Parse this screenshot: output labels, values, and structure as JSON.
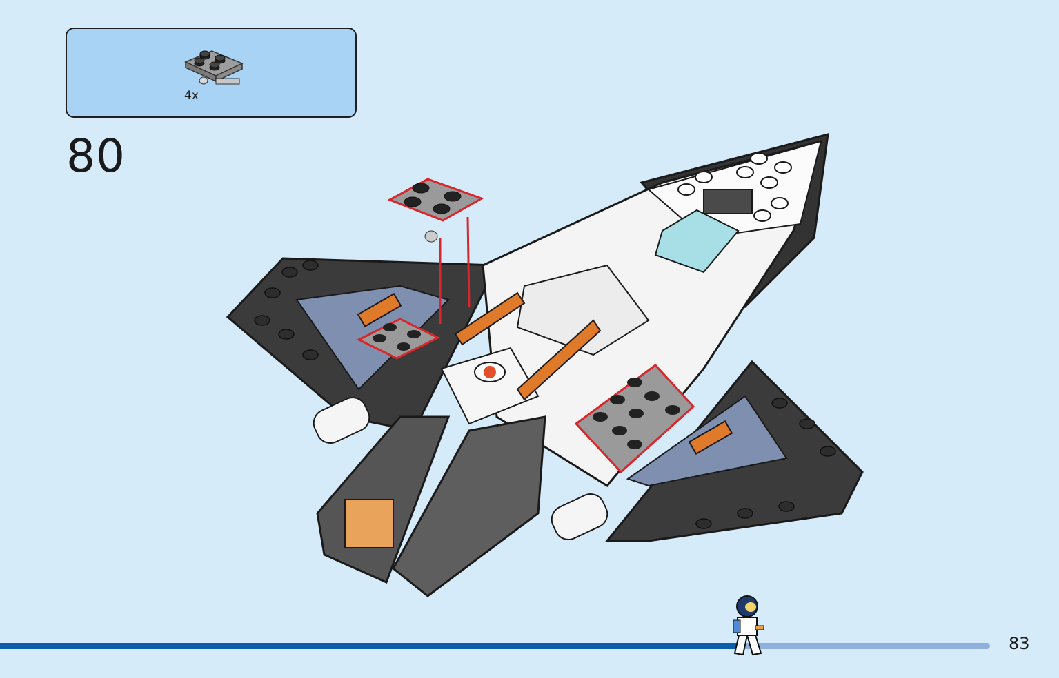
{
  "parts_list": {
    "items": [
      {
        "icon": "plate-2x2-with-pin-icon",
        "quantity": "4x",
        "color": "#9a9a9a"
      }
    ]
  },
  "step": {
    "number": "80"
  },
  "page": {
    "number": "83"
  },
  "progress": {
    "fraction": 0.745
  },
  "colors": {
    "background": "#d6ebfa",
    "parts_box": "#a9d3f5",
    "progress_done": "#0b5dab",
    "progress_remaining": "#8fb0dd",
    "callout_red": "#d8262c"
  }
}
